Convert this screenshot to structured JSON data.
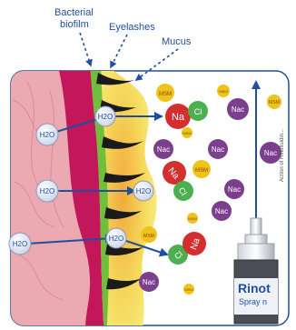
{
  "labels": {
    "bacterial": "Bacterial",
    "biofilm": "biofilm",
    "eyelashes": "Eyelashes",
    "mucus": "Mucus"
  },
  "molecules": {
    "h2o": "H2O",
    "na": "Na",
    "cl": "Cl",
    "nac": "Nac",
    "msm": "MSM"
  },
  "product": {
    "name": "Rinot",
    "subname": "Spray n"
  },
  "sidebar_text": "Action of Rinofluidin...",
  "colors": {
    "tissue": "#e9a0a8",
    "epithelium": "#c2185b",
    "biofilm": "#6fbf3a",
    "mucus": "#f5e46b",
    "na": "#d32f2f",
    "cl": "#4caf50",
    "nac": "#7b3f8e",
    "msm": "#f0c21a",
    "arrow": "#1f4fa0"
  }
}
